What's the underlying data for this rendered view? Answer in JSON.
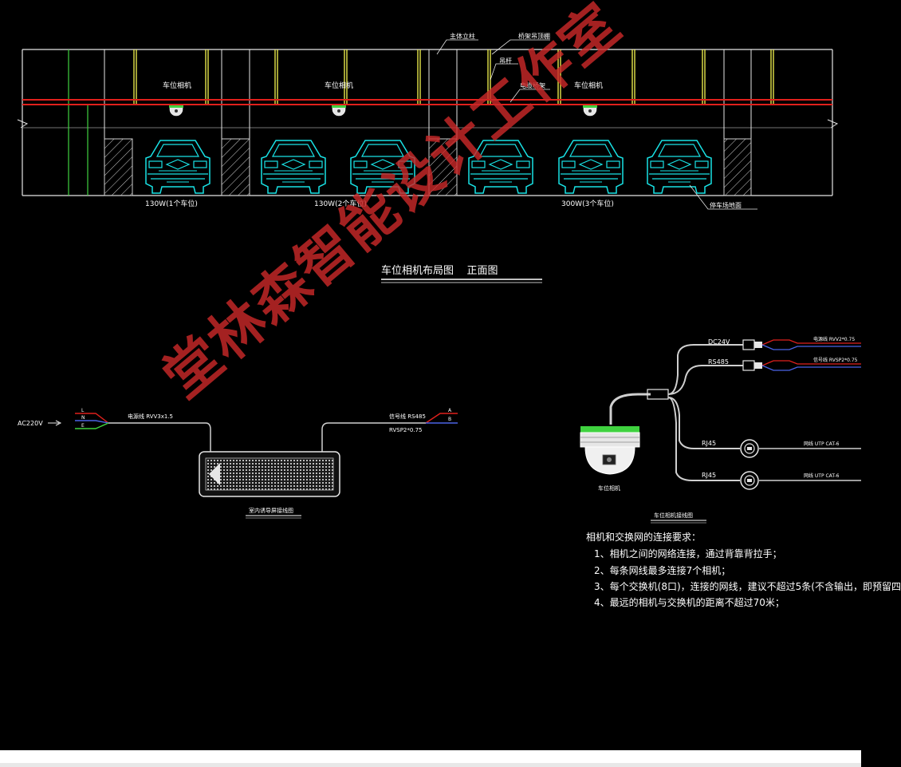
{
  "elevation": {
    "labels": {
      "body_column": "主体立柱",
      "cable_tray_top": "桥架吊顶棚",
      "hanger_rod": "吊杆",
      "cable_tray": "电缆桥架",
      "parking_camera_1": "车位相机",
      "parking_camera_2": "车位相机",
      "parking_camera_3": "车位相机",
      "parking_line": "停车场地面"
    },
    "power_labels": [
      "130W(1个车位)",
      "130W(2个车位)",
      "300W(3个车位)"
    ],
    "title": "车位相机布局图    正面图"
  },
  "guidance_wiring": {
    "input_label": "AC220V",
    "power_cable": "电源线 RVV3x1.5",
    "signal_cable_1": "信号线 RS485",
    "signal_cable_2": "RVSP2*0.75",
    "caption": "室内诱导屏接线图",
    "wire_tags_left": [
      "L",
      "N",
      "E"
    ],
    "wire_tags_right": [
      "A",
      "B"
    ]
  },
  "camera_wiring": {
    "dc_label": "DC24V",
    "rs485_label": "RS485",
    "power_cable": "电源线 RVV2*0.75",
    "rs485_cable": "信号线 RVSP2*0.75",
    "rj45_1": "RJ45",
    "rj45_2": "RJ45",
    "net_cable_1": "网线 UTP CAT-6",
    "net_cable_2": "网线 UTP CAT-6",
    "camera_label": "车位相机",
    "caption": "车位相机接线图"
  },
  "notes": {
    "heading": "相机和交换网的连接要求：",
    "items": [
      "1、相机之间的网络连接，通过背靠背拉手；",
      "2、每条网线最多连接7个相机；",
      "3、每个交换机(8口)，连接的网线，建议不超过5条(不含输出，即预留四",
      "4、最远的相机与交换机的距离不超过70米；"
    ]
  },
  "watermark": "堂林森智能设计工作室",
  "colors": {
    "red_line": "#e0201c",
    "cyan": "#19e3e6",
    "yellow": "#e6e64a",
    "green": "#3fd23f",
    "gray": "#9a9a9a",
    "watermark": "#c82828"
  }
}
